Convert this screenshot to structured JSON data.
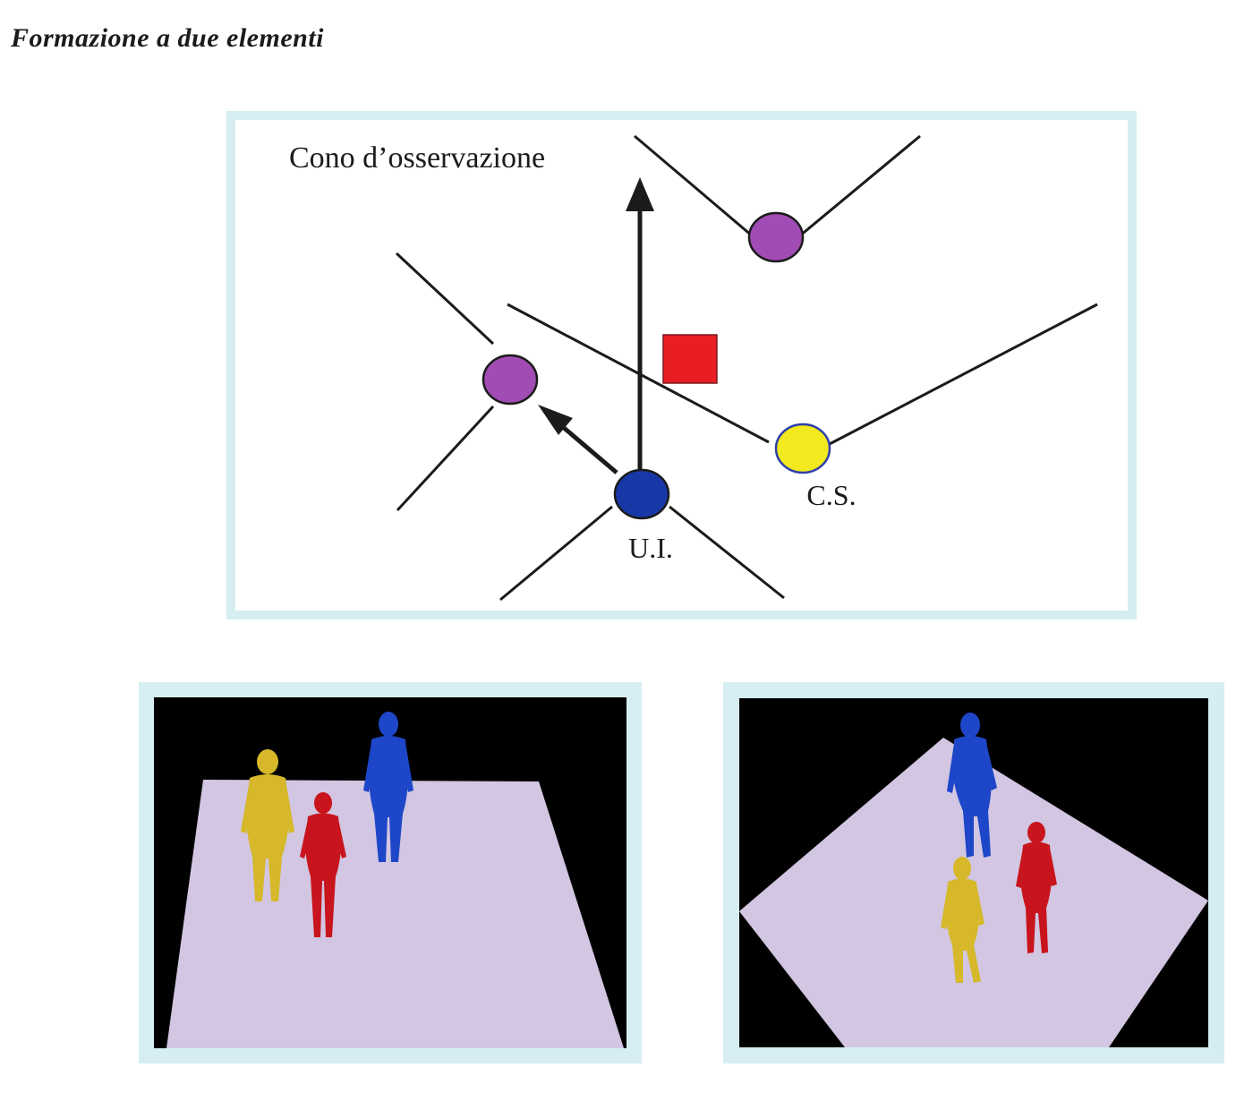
{
  "heading": "Formazione a due elementi",
  "diagram": {
    "cone_label": "Cono d’osservazione",
    "nodes": [
      {
        "label": "",
        "role": "other-element",
        "color": "#a04cb4"
      },
      {
        "label": "",
        "role": "other-element",
        "color": "#a04cb4"
      },
      {
        "label": "U.I.",
        "role": "observer",
        "color": "#1838a8"
      },
      {
        "label": "C.S.",
        "role": "partner",
        "color": "#f2ea1e"
      }
    ],
    "target_color": "#e81e24",
    "line_color": "#1b1b1b"
  },
  "colors": {
    "frame_border": "#d6eef2",
    "floor": "#d2c6e2",
    "background": "#000000",
    "figure_yellow": "#d6b82a",
    "figure_red": "#c8141c",
    "figure_blue": "#1e46c8"
  }
}
